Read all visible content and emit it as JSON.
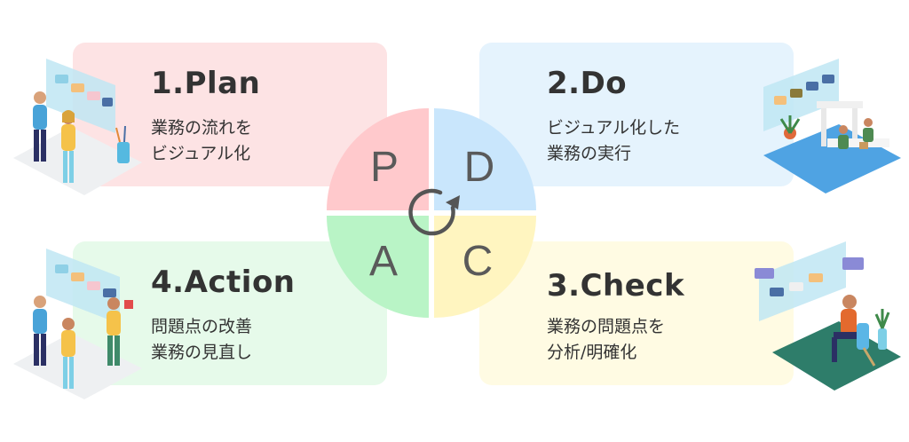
{
  "cards": {
    "plan": {
      "title": "1.Plan",
      "line1": "業務の流れを",
      "line2": "ビジュアル化"
    },
    "do": {
      "title": "2.Do",
      "line1": "ビジュアル化した",
      "line2": "業務の実行"
    },
    "check": {
      "title": "3.Check",
      "line1": "業務の問題点を",
      "line2": "分析/明確化"
    },
    "action": {
      "title": "4.Action",
      "line1": "問題点の改善",
      "line2": "業務の見直し"
    }
  },
  "cycle": {
    "p": "P",
    "d": "D",
    "c": "C",
    "a": "A",
    "colors": {
      "p": "#ffc9cc",
      "d": "#c9e6fc",
      "c": "#fff5c0",
      "a": "#b9f4c6"
    }
  },
  "colors": {
    "plan_bg": "#fde3e4",
    "do_bg": "#e5f3fd",
    "check_bg": "#fffbe3",
    "action_bg": "#e6faea",
    "letter": "#5a5a5a"
  },
  "icons": [
    "refresh-arrow-icon",
    "flowchart-board-icon",
    "people-discussing-icon",
    "assembly-line-icon",
    "person-at-desk-icon"
  ]
}
